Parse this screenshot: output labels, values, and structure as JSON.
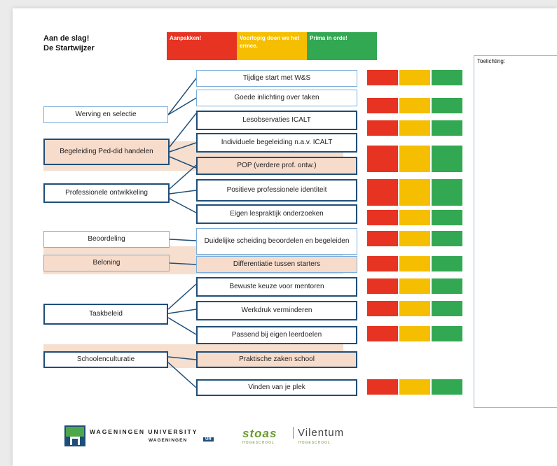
{
  "title": {
    "line1": "Aan de slag!",
    "line2": "De Startwijzer"
  },
  "legend": [
    {
      "label": "Aanpakken!",
      "color": "#e63322"
    },
    {
      "label": "Voorlopig doen we het ermee.",
      "color": "#f6be00"
    },
    {
      "label": "Prima in orde!",
      "color": "#33a852"
    }
  ],
  "toelichting": {
    "label": "Toelichting:"
  },
  "categories": [
    "Werving en selectie",
    "Begeleiding Ped-did handelen",
    "Professionele ontwikkeling",
    "Beoordeling",
    "Beloning",
    "Taakbeleid",
    "Schoolenculturatie"
  ],
  "items": [
    "Tijdige start met W&S",
    "Goede inlichting over taken",
    "Lesobservaties ICALT",
    "Individuele begeleiding n.a.v. ICALT",
    "POP (verdere prof. ontw.)",
    "Positieve professionele identiteit",
    "Eigen lespraktijk onderzoeken",
    "Duidelijke scheiding beoordelen en begeleiden",
    "Differentiatie tussen starters",
    "Bewuste keuze voor mentoren",
    "Werkdruk verminderen",
    "Passend bij eigen leerdoelen",
    "Praktische zaken school",
    "Vinden van je plek"
  ],
  "swatch_colors": {
    "red": "#e63322",
    "yellow": "#f6be00",
    "green": "#33a852"
  },
  "footer": {
    "wu_name": "WAGENINGEN UNIVERSITY",
    "wu_sub": "WAGENINGEN",
    "wu_ur": "UR",
    "stoas": "stoas",
    "stoas_sub": "HOGESCHOOL",
    "vilentum": "Vilentum",
    "vilentum_sub": "HOGESCHOOL"
  }
}
